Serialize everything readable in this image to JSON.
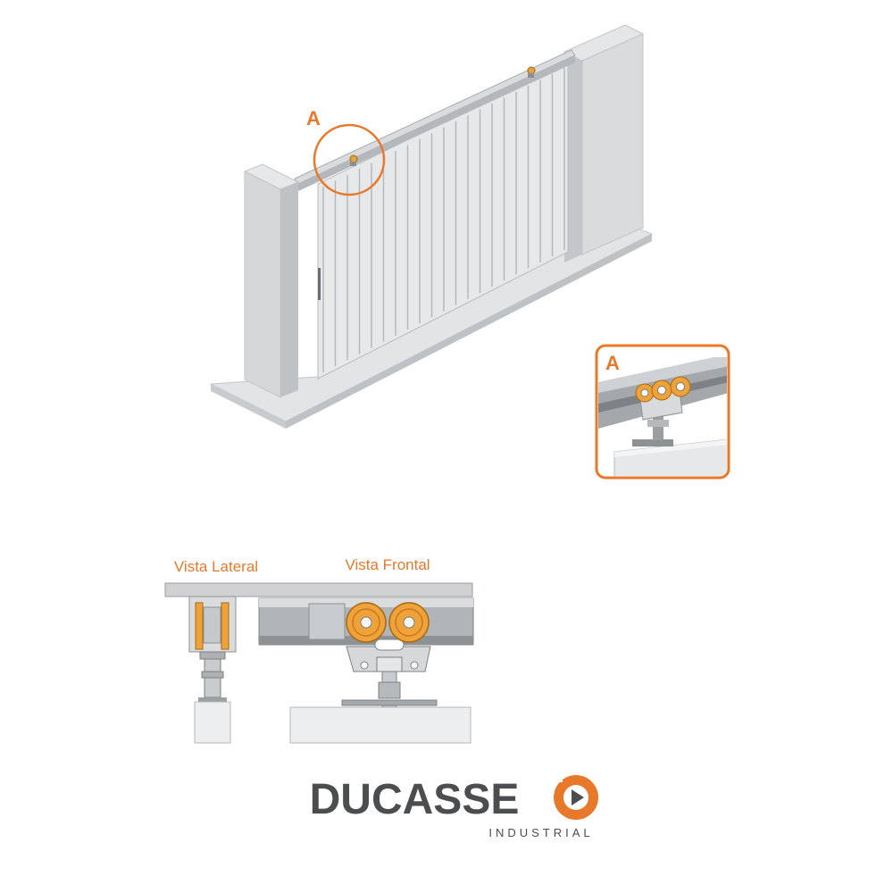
{
  "gate_view": {
    "detail_marker": "A"
  },
  "detail_inset": {
    "marker": "A"
  },
  "views": {
    "lateral_label": "Vista Lateral",
    "frontal_label": "Vista Frontal"
  },
  "brand": {
    "name": "DUCASSE",
    "subtitle": "INDUSTRIAL"
  },
  "colors": {
    "accent": "#e8782a",
    "wall": "#d4d6d8",
    "rail": "#9ea1a4",
    "logo_text": "#4b4d4f"
  },
  "icons": {
    "logo": "ducasse-play-icon"
  }
}
